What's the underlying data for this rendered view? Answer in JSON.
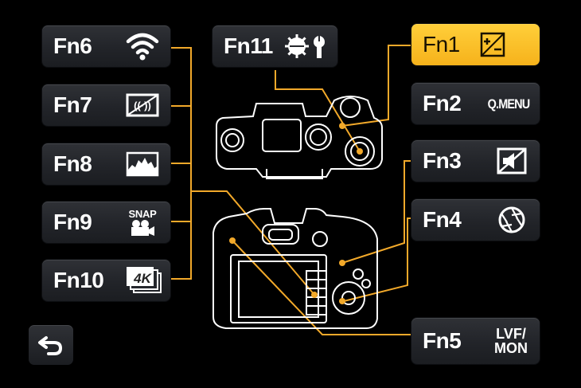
{
  "buttons": {
    "fn1": {
      "label": "Fn1",
      "icon": "exposure-compensation-icon"
    },
    "fn2": {
      "label": "Fn2",
      "icon_text": "Q.MENU"
    },
    "fn3": {
      "label": "Fn3",
      "icon": "mute-icon"
    },
    "fn4": {
      "label": "Fn4",
      "icon": "aperture-icon"
    },
    "fn5": {
      "label": "Fn5",
      "icon_text_1": "LVF/",
      "icon_text_2": "MON"
    },
    "fn6": {
      "label": "Fn6",
      "icon": "wifi-icon"
    },
    "fn7": {
      "label": "Fn7",
      "icon": "stabilizer-icon"
    },
    "fn8": {
      "label": "Fn8",
      "icon": "histogram-icon"
    },
    "fn9": {
      "label": "Fn9",
      "icon_text": "SNAP",
      "icon": "movie-camera-icon"
    },
    "fn10": {
      "label": "Fn10",
      "icon": "4k-photo-icon",
      "icon_text": "4K"
    },
    "fn11": {
      "label": "Fn11",
      "icon": "settings-wrench-icon"
    }
  },
  "selected": "fn1",
  "back": {
    "icon": "return-arrow-icon"
  },
  "colors": {
    "accent": "#f6b21b",
    "line": "#f2a92a",
    "button_bg": "#25272c",
    "outline": "#ffffff"
  }
}
